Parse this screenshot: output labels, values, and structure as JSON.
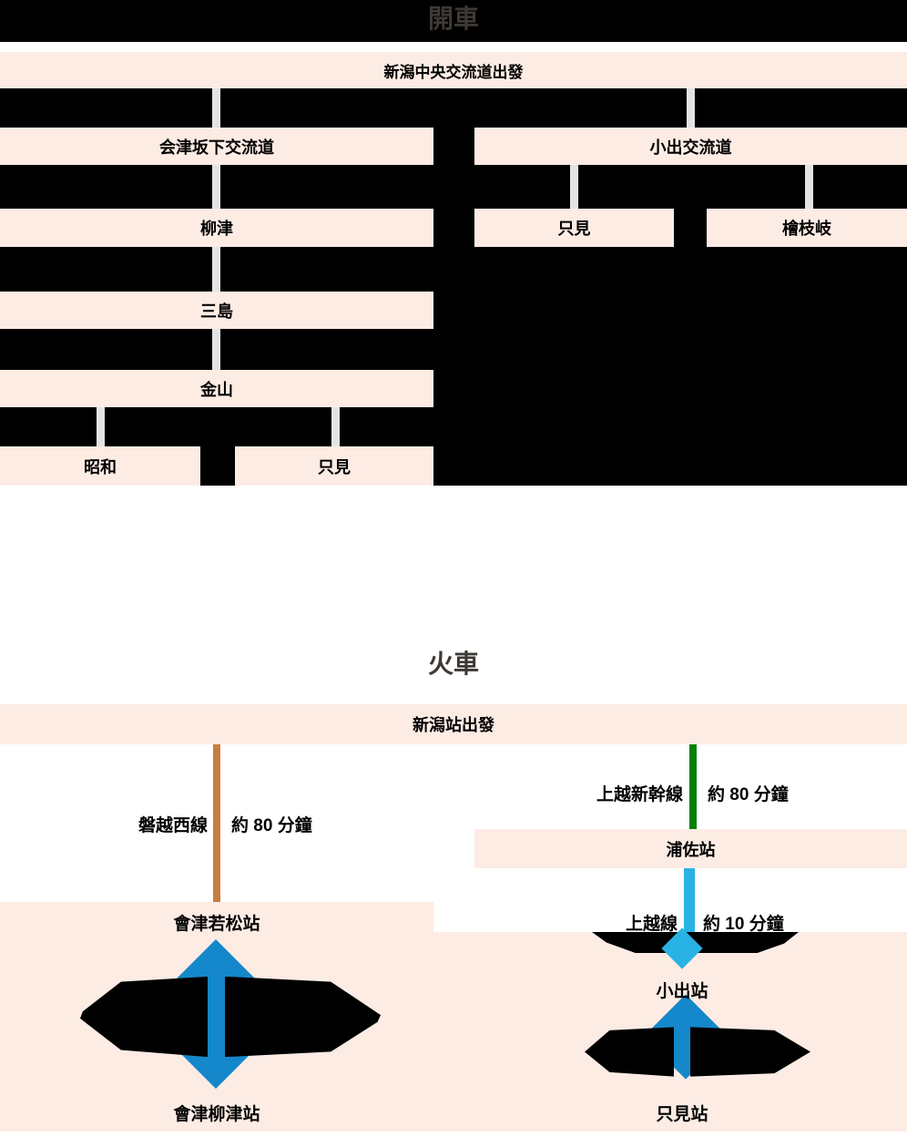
{
  "colors": {
    "background": "#ffffff",
    "redaction_black": "#000000",
    "node_pink": "#fcece4",
    "connector_gray": "#e3e3e3",
    "section_title_gray": "#3e3934",
    "banetsu_west_line": "#c67f3e",
    "joetsu_shinkansen_line": "#068006",
    "joetsu_line_blue": "#29b2e4",
    "station_diamond_blue": "#1588cb"
  },
  "drive": {
    "title": "開車",
    "start_label": "新潟中央交流道出發",
    "nodes": [
      "会津坂下交流道",
      "小出交流道",
      "柳津",
      "只見",
      "檜枝岐",
      "三島",
      "金山",
      "昭和",
      "只見"
    ]
  },
  "train": {
    "title": "火車",
    "start_label": "新潟站出發",
    "lines": {
      "banetsu_west": {
        "name": "磐越西線",
        "duration": "約 80 分鐘"
      },
      "joetsu_shinkansen": {
        "name": "上越新幹線",
        "duration": "約 80 分鐘"
      },
      "joetsu_line": {
        "name": "上越線",
        "duration": "約 10 分鐘"
      }
    },
    "stations": {
      "urasa": "浦佐站",
      "aizu_wakamatsu": "會津若松站",
      "aizu_yanaizu": "會津柳津站",
      "koide": "小出站",
      "tadami": "只見站"
    }
  }
}
